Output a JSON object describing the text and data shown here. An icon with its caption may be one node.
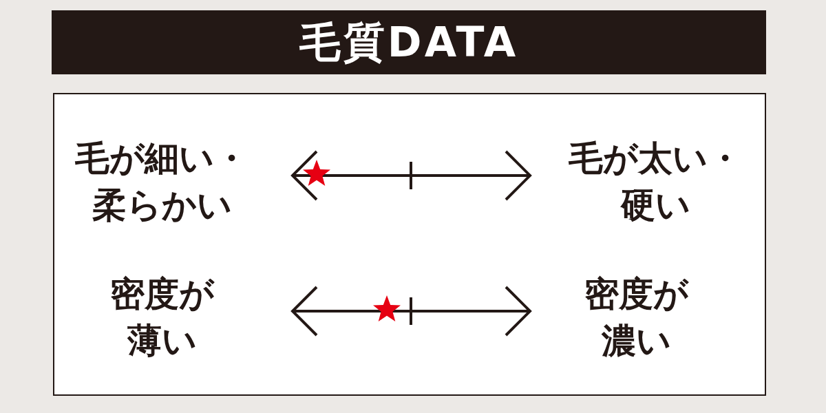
{
  "diagram": {
    "title": "毛質DATA",
    "labels": [
      "毛が細い・柔らかい",
      "毛が太い・硬い",
      "密度が薄い",
      "密度が濃い"
    ]
  }
}
